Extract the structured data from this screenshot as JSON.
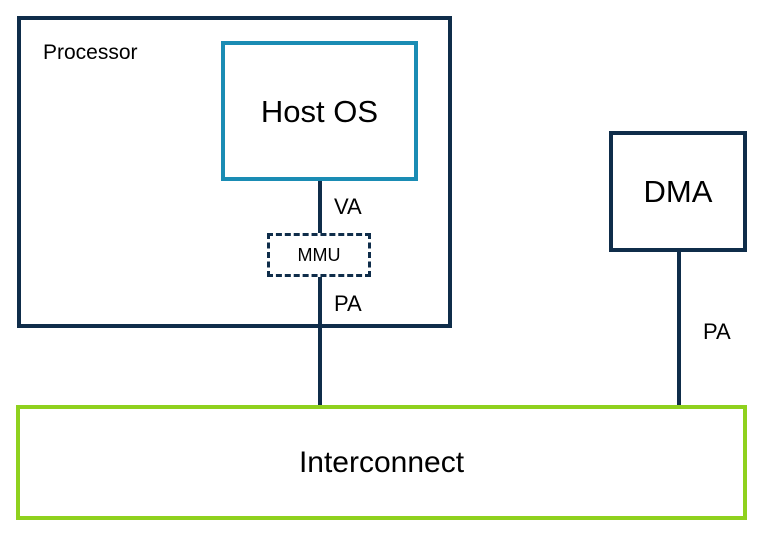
{
  "diagram": {
    "processor": {
      "label": "Processor"
    },
    "host_os": {
      "label": "Host OS"
    },
    "mmu": {
      "label": "MMU"
    },
    "dma": {
      "label": "DMA"
    },
    "interconnect": {
      "label": "Interconnect"
    },
    "edges": {
      "hostos_to_mmu": {
        "label": "VA"
      },
      "mmu_to_interconnect": {
        "label": "PA"
      },
      "dma_to_interconnect": {
        "label": "PA"
      }
    },
    "colors": {
      "outline_dark": "#0f2d4a",
      "host_os_border": "#1a8cb4",
      "interconnect_border": "#8fd11e",
      "text": "#000000"
    }
  }
}
